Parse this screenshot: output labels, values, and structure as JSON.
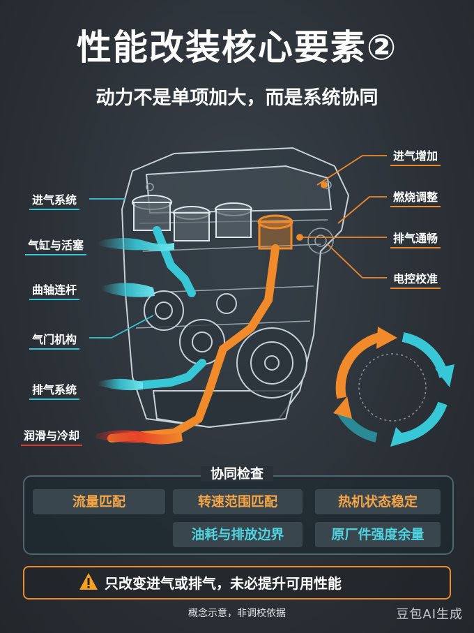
{
  "title": "性能改装核心要素②",
  "subtitle": "动力不是单项加大，而是系统协同",
  "left_labels": [
    "进气系统",
    "气缸与活塞",
    "曲轴连杆",
    "气门机构",
    "排气系统",
    "润滑与冷却"
  ],
  "right_labels": [
    "进气增加",
    "燃烧调整",
    "排气通畅",
    "电控校准"
  ],
  "check": {
    "title": "协同检查",
    "items": [
      "流量匹配",
      "转速范围匹配",
      "热机状态稳定",
      "油耗与排放边界",
      "原厂件强度余量"
    ]
  },
  "warning": "只改变进气或排气，未必提升可用性能",
  "footnote": "概念示意，非调校依据",
  "brand": "豆包AI生成",
  "colors": {
    "accent_cyan": "#38c7d6",
    "accent_orange": "#f08a2a",
    "accent_red": "#e0392d"
  }
}
